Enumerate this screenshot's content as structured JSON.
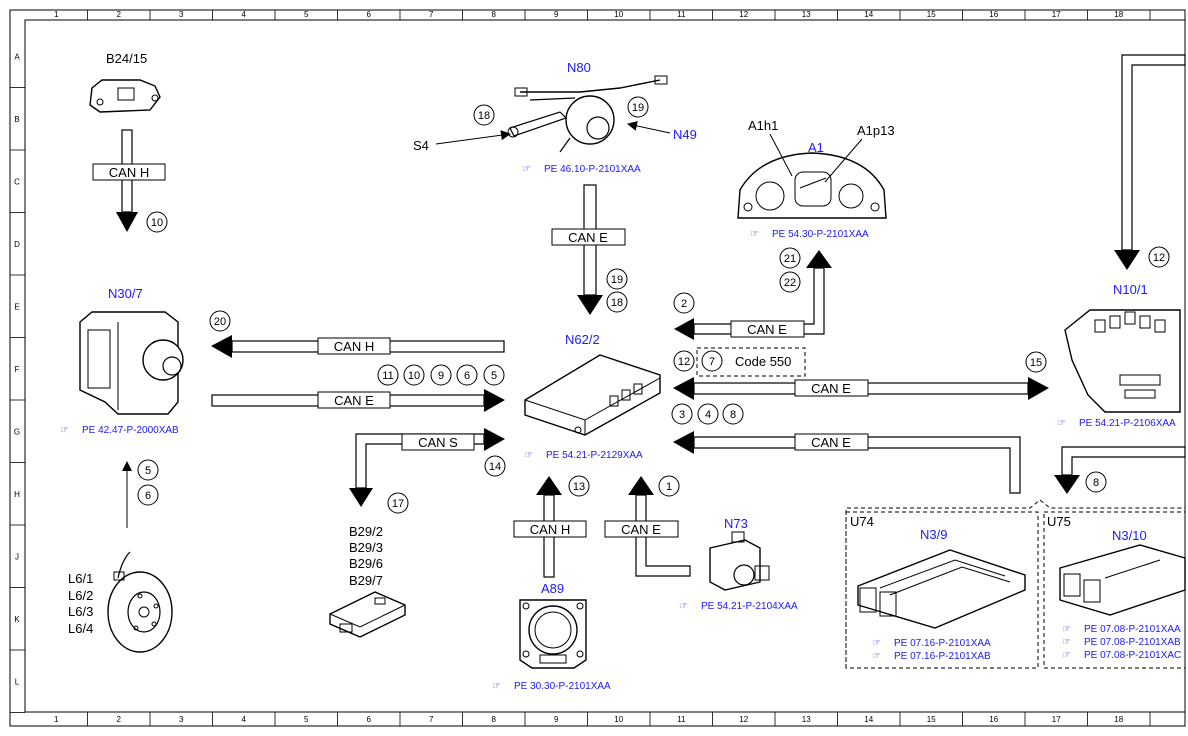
{
  "grid": {
    "columns": [
      "1",
      "2",
      "3",
      "4",
      "5",
      "6",
      "7",
      "8",
      "9",
      "10",
      "11",
      "12",
      "13",
      "14",
      "15",
      "16",
      "17",
      "18"
    ],
    "rows": [
      "A",
      "B",
      "C",
      "D",
      "E",
      "F",
      "G",
      "H",
      "J",
      "K",
      "L"
    ]
  },
  "components": {
    "b24_15": "B24/15",
    "n80": "N80",
    "s4": "S4",
    "n49": "N49",
    "a1": "A1",
    "a1h1": "A1h1",
    "a1p13": "A1p13",
    "n30_7": "N30/7",
    "n62_2": "N62/2",
    "n10_1": "N10/1",
    "a89": "A89",
    "n73": "N73",
    "u74": "U74",
    "n3_9": "N3/9",
    "u75": "U75",
    "n3_10": "N3/10",
    "b29": [
      "B29/2",
      "B29/3",
      "B29/6",
      "B29/7"
    ],
    "l6": [
      "L6/1",
      "L6/2",
      "L6/3",
      "L6/4"
    ]
  },
  "references": {
    "n80": "PE 46.10-P-2101XAA",
    "a1": "PE 54.30-P-2101XAA",
    "n30_7": "PE 42.47-P-2000XAB",
    "n62_2": "PE 54.21-P-2129XAA",
    "n10_1": "PE 54.21-P-2106XAA",
    "n73": "PE 54.21-P-2104XAA",
    "a89": "PE 30.30-P-2101XAA",
    "n3_9": [
      "PE 07.16-P-2101XAA",
      "PE 07.16-P-2101XAB"
    ],
    "n3_10": [
      "PE 07.08-P-2101XAA",
      "PE 07.08-P-2101XAB",
      "PE 07.08-P-2101XAC"
    ]
  },
  "buses": {
    "b24": "CAN H",
    "n80": "CAN E",
    "n30_out": "CAN H",
    "n30_in": "CAN E",
    "a1": "CAN E",
    "n10": "CAN E",
    "u_link": "CAN E",
    "can_s": "CAN S",
    "a89": "CAN H",
    "n73": "CAN E"
  },
  "code_box": "Code 550",
  "callouts": {
    "c10a": "10",
    "c18a": "18",
    "c19a": "19",
    "c19b": "19",
    "c18b": "18",
    "c21": "21",
    "c22": "22",
    "c2": "2",
    "c20": "20",
    "c11": "11",
    "c10b": "10",
    "c9": "9",
    "c6a": "6",
    "c5a": "5",
    "c12a": "12",
    "c7": "7",
    "c15": "15",
    "c12b": "12",
    "c3": "3",
    "c4": "4",
    "c8a": "8",
    "c14": "14",
    "c5b": "5",
    "c6b": "6",
    "c17": "17",
    "c13": "13",
    "c1": "1",
    "c8b": "8"
  }
}
